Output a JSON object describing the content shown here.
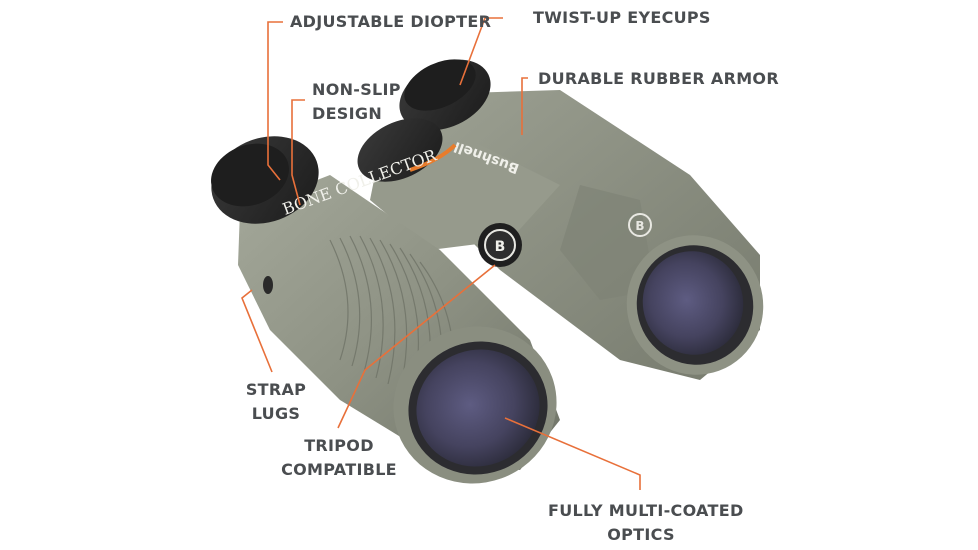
{
  "product": {
    "brand_text": "Bushnell",
    "series_text": "BONE COLLECTOR",
    "logo_glyph": "B",
    "colors": {
      "body": "#8a8e80",
      "body_light": "#a3a799",
      "body_dark": "#6d7165",
      "rubber": "#2b2b2b",
      "lens": "#4a4866",
      "accent_orange": "#e87c2c",
      "leader_line": "#e8703a",
      "label_text": "#4a4d50",
      "background": "#ffffff"
    }
  },
  "callouts": {
    "adjustable_diopter": "ADJUSTABLE DIOPTER",
    "twist_up_eyecups": "TWIST-UP EYECUPS",
    "non_slip_design": {
      "line1": "NON-SLIP",
      "line2": "DESIGN"
    },
    "durable_rubber_armor": "DURABLE RUBBER ARMOR",
    "strap_lugs": {
      "line1": "STRAP",
      "line2": "LUGS"
    },
    "tripod_compatible": {
      "line1": "TRIPOD",
      "line2": "COMPATIBLE"
    },
    "fully_multi_coated_optics": {
      "line1": "FULLY MULTI-COATED",
      "line2": "OPTICS"
    }
  }
}
